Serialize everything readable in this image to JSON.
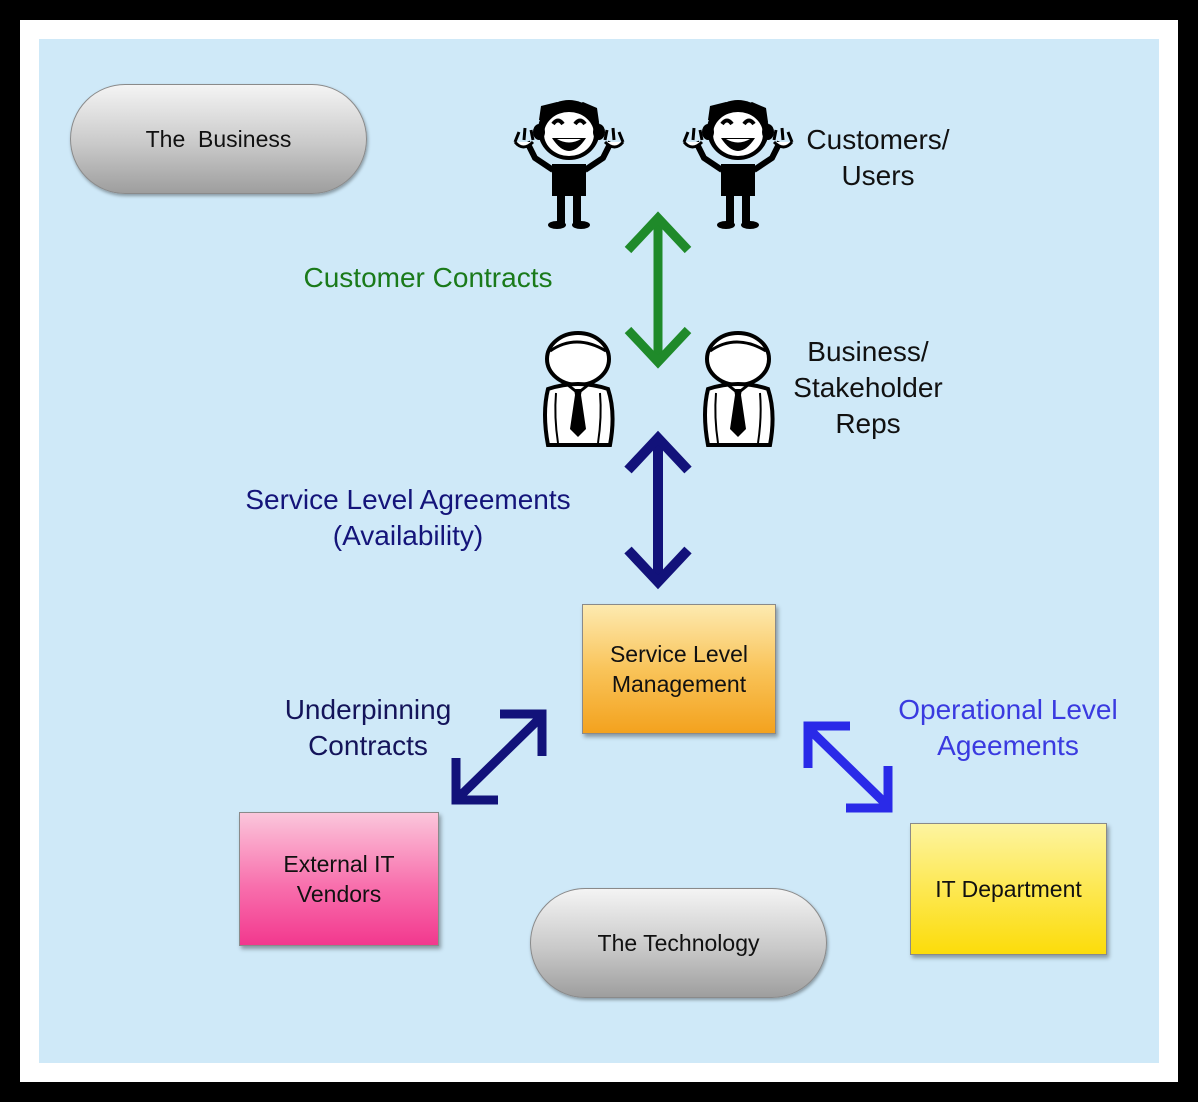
{
  "zones": {
    "business": "The  Business",
    "technology": "The Technology"
  },
  "actors": {
    "customers": {
      "line1": "Customers/",
      "line2": "Users"
    },
    "reps": {
      "line1": "Business/",
      "line2": "Stakeholder",
      "line3": "Reps"
    }
  },
  "agreements": {
    "customer_contracts": {
      "text": "Customer Contracts",
      "color": "#1a7a1a"
    },
    "sla": {
      "line1": "Service Level Agreements",
      "line2": "(Availability)",
      "color": "#14147a"
    },
    "underpinning": {
      "line1": "Underpinning",
      "line2": "Contracts",
      "color": "#14145a"
    },
    "ola": {
      "line1": "Operational Level",
      "line2": "Ageements",
      "color": "#3a3ae0"
    }
  },
  "boxes": {
    "slm": {
      "line1": "Service Level",
      "line2": "Management"
    },
    "vendors": {
      "line1": "External IT",
      "line2": "Vendors"
    },
    "it_dept": {
      "text": "IT Department"
    }
  },
  "colors": {
    "background": "#cfe9f8",
    "slm_fill": "#f7a928",
    "vendors_fill": "#f5489a",
    "it_dept_fill": "#fde010",
    "green_arrow": "#1f8a2a",
    "navy_arrow": "#12127a",
    "blue_arrow": "#2a2ae8"
  }
}
